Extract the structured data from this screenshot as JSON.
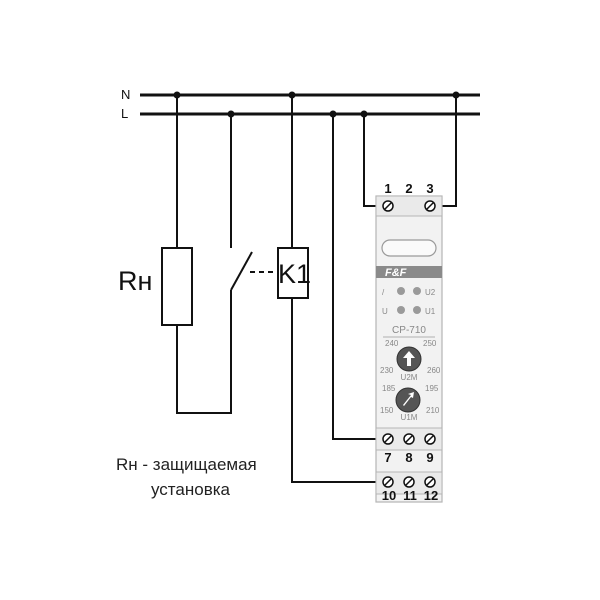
{
  "buses": {
    "n": "N",
    "l": "L"
  },
  "load": {
    "label": "Rн"
  },
  "relay_coil": {
    "label": "K1"
  },
  "caption": {
    "line1": "Rн - защищаемая",
    "line2": "установка"
  },
  "device": {
    "model": "CP-710",
    "logo": "F&F",
    "led_labels": {
      "top_left": "/",
      "top_right": "U2",
      "bottom_left": "U",
      "bottom_right": "U1"
    },
    "knob_upper": {
      "label": "U2M",
      "scale": [
        "240",
        "250",
        "230",
        "260"
      ]
    },
    "knob_lower": {
      "label": "U1M",
      "scale": [
        "185",
        "195",
        "150",
        "210"
      ]
    },
    "terminals_top": [
      "1",
      "2",
      "3"
    ],
    "terminals_mid": [
      "7",
      "8",
      "9"
    ],
    "terminals_bottom": [
      "10",
      "11",
      "12"
    ]
  }
}
